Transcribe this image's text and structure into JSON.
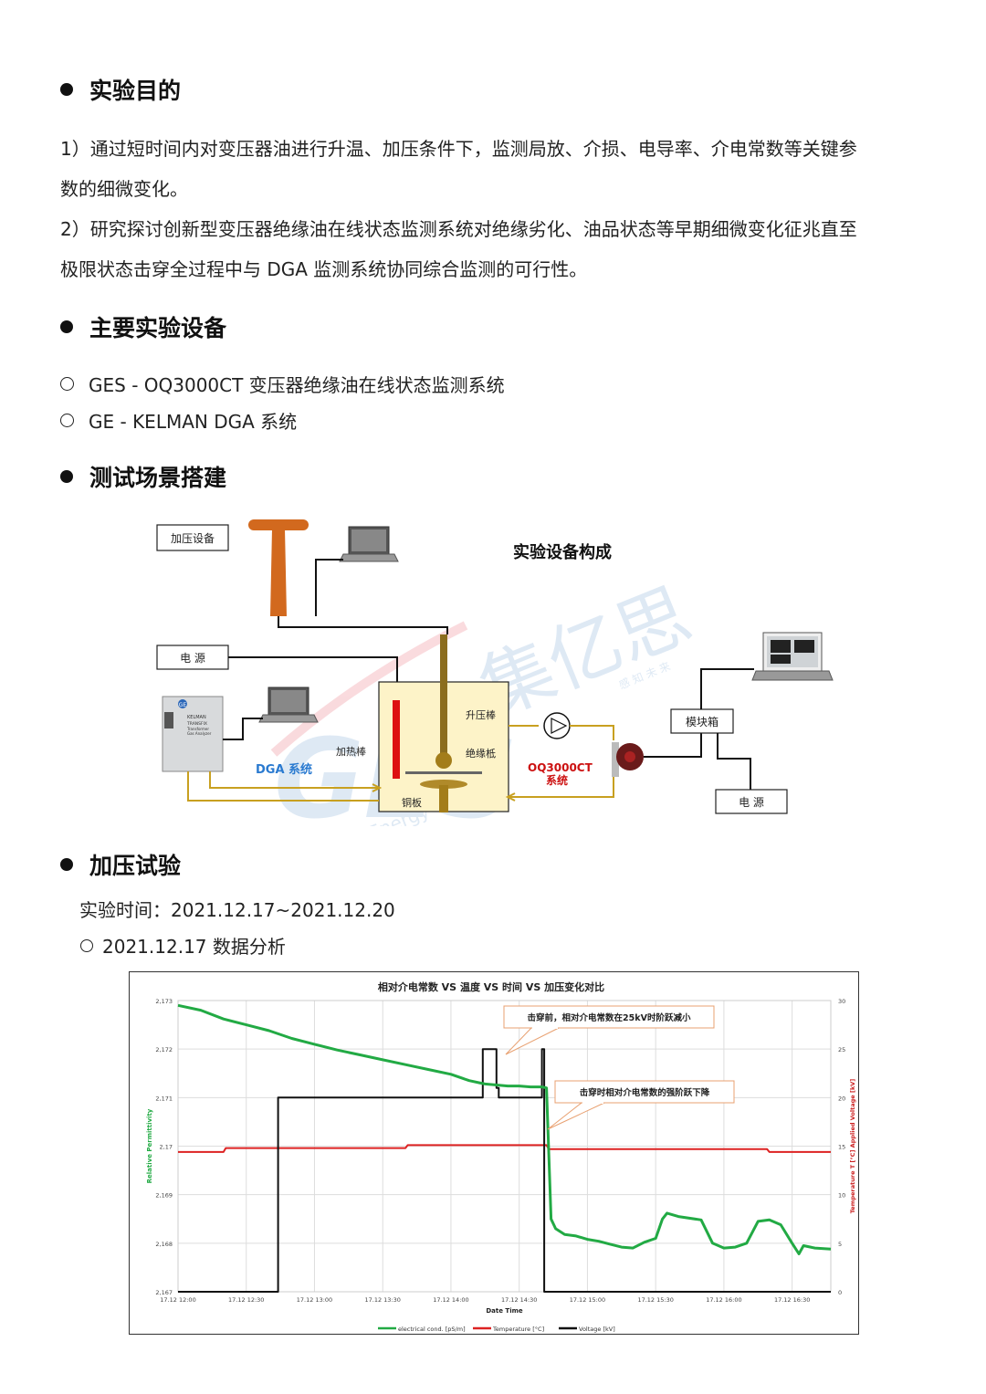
{
  "sections": {
    "purpose": {
      "title": "实验目的",
      "lines": [
        "1）通过短时间内对变压器油进行升温、加压条件下，监测局放、介损、电导率、介电常数等关键参",
        "数的细微变化。",
        "2）研究探讨创新型变压器绝缘油在线状态监测系统对绝缘劣化、油品状态等早期细微变化征兆直至",
        "极限状态击穿全过程中与 DGA 监测系统协同综合监测的可行性。"
      ]
    },
    "equipment": {
      "title": "主要实验设备",
      "items": [
        "GES - OQ3000CT 变压器绝缘油在线状态监测系统",
        "GE - KELMAN DGA 系统"
      ]
    },
    "scene": {
      "title": "测试场景搭建"
    },
    "pressure": {
      "title": "加压试验",
      "time": "实验时间：2021.12.17~2021.12.20",
      "sub": "2021.12.17 数据分析"
    }
  },
  "diagram": {
    "title": "实验设备构成",
    "labels": {
      "voltage_device": "加压设备",
      "power_left": "电 源",
      "power_right": "电 源",
      "module_box": "模块箱",
      "dga_system": "DGA 系统",
      "oq_system_1": "OQ3000CT",
      "oq_system_2": "系统",
      "heater": "加热棒",
      "booster_rod": "升压棒",
      "insulator": "绝缘柢",
      "copper_plate": "铜板",
      "kelman_1": "KELMAN",
      "kelman_2": "TRANSFIX",
      "kelman_3": "Transformer",
      "kelman_4": "Gas Analyzer",
      "ge_logo": "GE"
    },
    "watermark": {
      "brand": "GES",
      "cn": "集亿思",
      "en": "Green Energy",
      "small": "感 知 未 来"
    }
  },
  "chart_data": {
    "type": "line",
    "title": "相对介电常数 VS 温度 VS 时间 VS 加压变化对比",
    "xlabel": "Date Time",
    "ylabel_left": "Relative Permittivity",
    "ylabel_right": "Temperature T [°C]  Applied Voltage [kV]",
    "x_ticks": [
      "17.12 12:00",
      "17.12 12:30",
      "17.12 13:00",
      "17.12 13:30",
      "17.12 14:00",
      "17.12 14:30",
      "17.12 15:00",
      "17.12 15:30",
      "17.12 16:00",
      "17.12 16:30"
    ],
    "x_minutes_range": [
      0,
      287
    ],
    "ylim_left": [
      2.167,
      2.173
    ],
    "y_ticks_left": [
      "2,167",
      "2,168",
      "2,169",
      "2,17",
      "2,171",
      "2,172",
      "2,173"
    ],
    "ylim_right": [
      0,
      30
    ],
    "y_ticks_right": [
      "0",
      "5",
      "10",
      "15",
      "20",
      "25",
      "30"
    ],
    "grid": true,
    "legend_position": "bottom",
    "annotations": [
      "击穿前，相对介电常数在25kV时阶跃减小",
      "击穿时相对介电常数的强阶跃下降"
    ],
    "series": [
      {
        "name": "electrical cond. [pS/m]",
        "color": "#22aa44",
        "axis": "left",
        "x": [
          0,
          10,
          20,
          30,
          40,
          50,
          60,
          70,
          80,
          90,
          100,
          110,
          120,
          128,
          133,
          135,
          140,
          145,
          150,
          155,
          160,
          162,
          164,
          166,
          170,
          175,
          180,
          185,
          190,
          195,
          200,
          205,
          210,
          213,
          215,
          220,
          230,
          235,
          240,
          245,
          250,
          255,
          260,
          265,
          270,
          273,
          275,
          280,
          287
        ],
        "y": [
          2.1729,
          2.1728,
          2.17262,
          2.1725,
          2.17238,
          2.17222,
          2.1721,
          2.17198,
          2.17188,
          2.17178,
          2.17168,
          2.17158,
          2.17148,
          2.17135,
          2.1713,
          2.17128,
          2.17126,
          2.17124,
          2.17124,
          2.17122,
          2.17122,
          2.1712,
          2.1685,
          2.1683,
          2.16818,
          2.16815,
          2.16808,
          2.16804,
          2.16798,
          2.16792,
          2.1679,
          2.16802,
          2.1681,
          2.1685,
          2.16862,
          2.16855,
          2.16848,
          2.168,
          2.1679,
          2.16792,
          2.168,
          2.16845,
          2.16848,
          2.16838,
          2.168,
          2.16778,
          2.16795,
          2.1679,
          2.16788
        ]
      },
      {
        "name": "Temperature [°C]",
        "color": "#dd2222",
        "axis": "right",
        "x": [
          0,
          20,
          21,
          100,
          101,
          162,
          163,
          259,
          260,
          287
        ],
        "y": [
          14.4,
          14.4,
          14.8,
          14.8,
          15.1,
          15.1,
          14.7,
          14.7,
          14.4,
          14.4
        ]
      },
      {
        "name": "Voltage [kV]",
        "color": "#111111",
        "axis": "right",
        "x": [
          0,
          44,
          44,
          134,
          134,
          140,
          140,
          141,
          141,
          160,
          160,
          161,
          161,
          162,
          162,
          287
        ],
        "y": [
          0,
          0,
          20,
          20,
          25,
          25,
          21,
          21,
          20,
          20,
          25,
          25,
          0,
          0,
          0,
          0
        ]
      }
    ]
  }
}
